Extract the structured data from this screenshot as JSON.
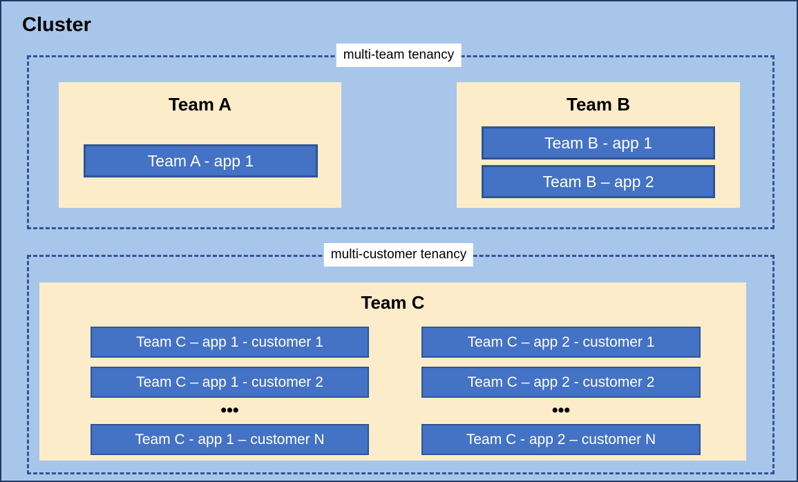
{
  "diagram": {
    "title": "Cluster",
    "zones": [
      {
        "id": "multi-team",
        "label": "multi-team tenancy"
      },
      {
        "id": "multi-customer",
        "label": "multi-customer tenancy"
      }
    ],
    "teams": [
      {
        "id": "team-a",
        "heading": "Team A",
        "apps": [
          {
            "id": "team-a-app-1",
            "label": "Team A - app 1"
          }
        ]
      },
      {
        "id": "team-b",
        "heading": "Team B",
        "apps": [
          {
            "id": "team-b-app-1",
            "label": "Team B - app 1"
          },
          {
            "id": "team-b-app-2",
            "label": "Team B – app 2"
          }
        ]
      },
      {
        "id": "team-c",
        "heading": "Team C",
        "columns": [
          {
            "id": "app-1",
            "items": [
              {
                "id": "team-c-app1-cust1",
                "label": "Team C – app 1 - customer 1"
              },
              {
                "id": "team-c-app1-cust2",
                "label": "Team C – app 1 - customer 2"
              },
              {
                "id": "team-c-app1-custN",
                "label": "Team C - app 1 – customer N"
              }
            ],
            "ellipsis": "•••"
          },
          {
            "id": "app-2",
            "items": [
              {
                "id": "team-c-app2-cust1",
                "label": "Team C – app 2 - customer 1"
              },
              {
                "id": "team-c-app2-cust2",
                "label": "Team C – app 2 - customer 2"
              },
              {
                "id": "team-c-app2-custN",
                "label": "Team C - app 2 – customer N"
              }
            ],
            "ellipsis": "•••"
          }
        ]
      }
    ],
    "colors": {
      "cluster_background": "#a8c6ea",
      "cluster_border": "#1f3864",
      "zone_dash": "#2f5597",
      "team_box_fill": "#fcecc9",
      "app_box_fill": "#4472c4",
      "app_box_border": "#2f5496",
      "app_box_text": "#ffffff",
      "label_background": "#ffffff",
      "text": "#000000"
    }
  }
}
